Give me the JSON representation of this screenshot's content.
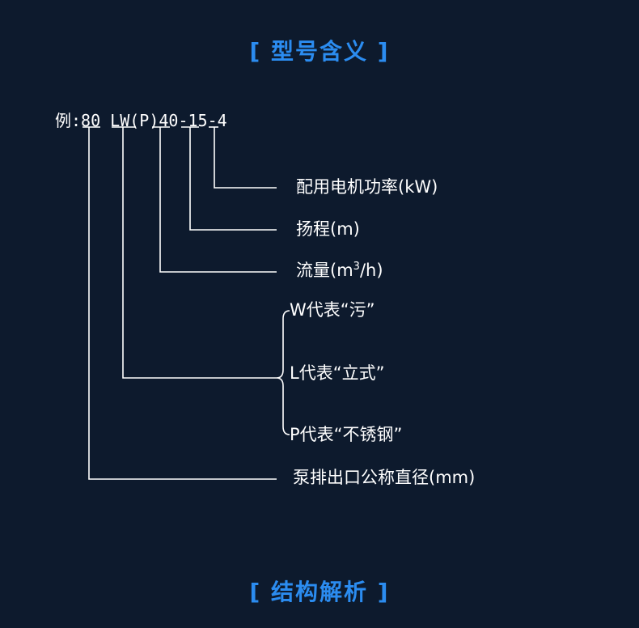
{
  "headings": {
    "top": "[ 型号含义 ]",
    "bottom": "[ 结构解析 ]"
  },
  "model_example": "例:80 LW(P)40-15-4",
  "labels": {
    "power": "配用电机功率(kW)",
    "head": "扬程(m)",
    "flow_prefix": "流量(m",
    "flow_sup": "3",
    "flow_suffix": "/h)",
    "w_meaning": "W代表“污”",
    "l_meaning": "L代表“立式”",
    "p_meaning": "P代表“不锈钢”",
    "diameter": "泵排出口公称直径(mm)"
  },
  "colors": {
    "background": "#0d1a2d",
    "heading": "#2b8cf0",
    "text": "#ffffff"
  }
}
